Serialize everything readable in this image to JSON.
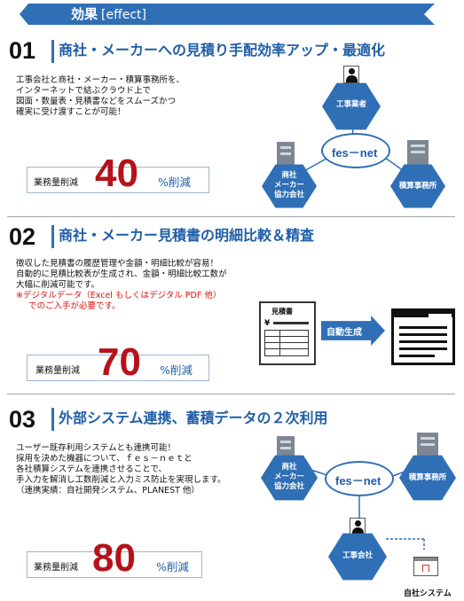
{
  "header": {
    "title": "効果",
    "title_en": "[effect]"
  },
  "sections": [
    {
      "number": "01",
      "title": "商社・メーカーへの見積り手配効率アップ・最適化",
      "lines": [
        "工事会社と商社・メーカー・積算事務所を、",
        "インターネットで結ぶクラウド上で",
        "図面・数量表・見積書などをスムーズかつ",
        "確実に受け渡すことが可能！"
      ],
      "reduction": {
        "label": "業務量削減",
        "value": "40",
        "unit": "%削減"
      },
      "diagram": {
        "hub": "fes－net",
        "top": "工事業者",
        "left": [
          "商社",
          "メーカー",
          "協力会社"
        ],
        "right": "積算事務所"
      }
    },
    {
      "number": "02",
      "title": "商社・メーカー見積書の明細比較＆精査",
      "lines": [
        "徴収した見積書の履歴管理や金額・明細比較が容易！",
        "自動的に見積比較表が生成され、金額・明細比較工数が",
        "大幅に削減可能です。"
      ],
      "notes": [
        "※デジタルデータ（Excel もしくはデジタル PDF 他）",
        "でのご入手が必要です。"
      ],
      "reduction": {
        "label": "業務量削減",
        "value": "70",
        "unit": "%削減"
      },
      "doc_title": "見積書",
      "doc_yen": "¥",
      "arrow_label": "自動生成"
    },
    {
      "number": "03",
      "title": "外部システム連携、蓄積データの２次利用",
      "lines": [
        "ユーザー既存利用システムとも連携可能！",
        "採用を決めた機器について、ｆｅｓ－ｎｅｔと",
        "各社積算システムを連携させることで、",
        "手入力を解消し工数削減と入力ミス防止を実現します。",
        "（連携実績：自社開発システム、PLANEST 他）"
      ],
      "reduction": {
        "label": "業務量削減",
        "value": "80",
        "unit": "%削減"
      },
      "diagram": {
        "hub": "fes－net",
        "left": [
          "商社",
          "メーカー",
          "協力会社"
        ],
        "right": "積算事務所",
        "bottom": "工事会社",
        "system": "自社システム"
      }
    }
  ],
  "colors": {
    "brand_blue": "#2f6fb6",
    "title_blue": "#1f5ea8",
    "accent_red": "#b5121b",
    "note_red": "#d11111"
  }
}
